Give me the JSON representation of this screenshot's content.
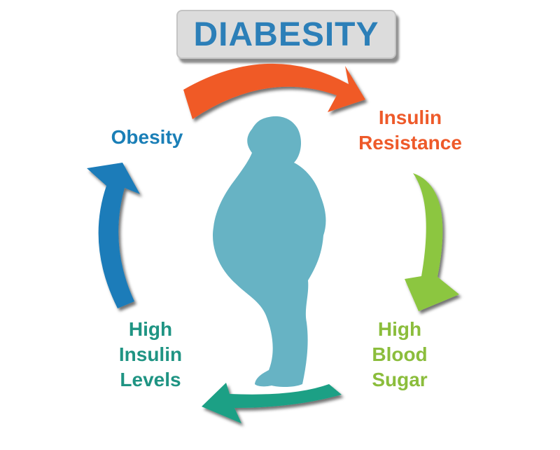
{
  "title": "DIABESITY",
  "stages": [
    {
      "lines": [
        "Obesity"
      ],
      "color": "#1a7fb7"
    },
    {
      "lines": [
        "Insulin",
        "Resistance"
      ],
      "color": "#ee5a2a"
    },
    {
      "lines": [
        "High",
        "Blood",
        "Sugar"
      ],
      "color": "#8bbd3c"
    },
    {
      "lines": [
        "High",
        "Insulin",
        "Levels"
      ],
      "color": "#1f9483"
    }
  ],
  "colors": {
    "title": "#2c7fb8",
    "title_box": "#dcdcdc",
    "silhouette": "#67b3c4",
    "arrow_top": "#f05a28",
    "arrow_right": "#8cc63f",
    "arrow_bottom": "#1fa085",
    "arrow_left": "#1a7bb9"
  },
  "icons": [
    "person-silhouette-icon",
    "cycle-arrow-icon"
  ]
}
